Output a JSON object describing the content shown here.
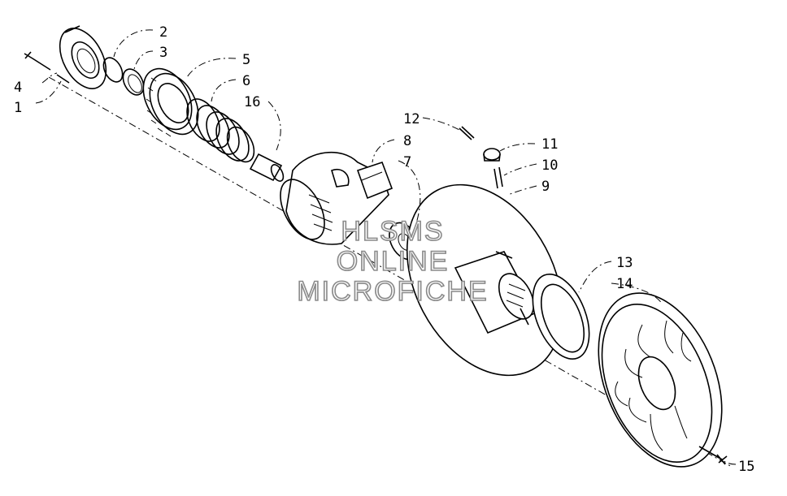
{
  "watermark": {
    "line1": "HLSMS",
    "line2": "ONLINE",
    "line3": "MICROFICHE"
  },
  "callouts": [
    {
      "id": "1",
      "label": "1"
    },
    {
      "id": "2",
      "label": "2"
    },
    {
      "id": "3",
      "label": "3"
    },
    {
      "id": "4",
      "label": "4"
    },
    {
      "id": "5",
      "label": "5"
    },
    {
      "id": "6",
      "label": "6"
    },
    {
      "id": "7",
      "label": "7"
    },
    {
      "id": "8",
      "label": "8"
    },
    {
      "id": "9",
      "label": "9"
    },
    {
      "id": "10",
      "label": "10"
    },
    {
      "id": "11",
      "label": "11"
    },
    {
      "id": "12",
      "label": "12"
    },
    {
      "id": "13",
      "label": "13"
    },
    {
      "id": "14",
      "label": "14"
    },
    {
      "id": "15",
      "label": "15"
    },
    {
      "id": "16",
      "label": "16"
    }
  ]
}
